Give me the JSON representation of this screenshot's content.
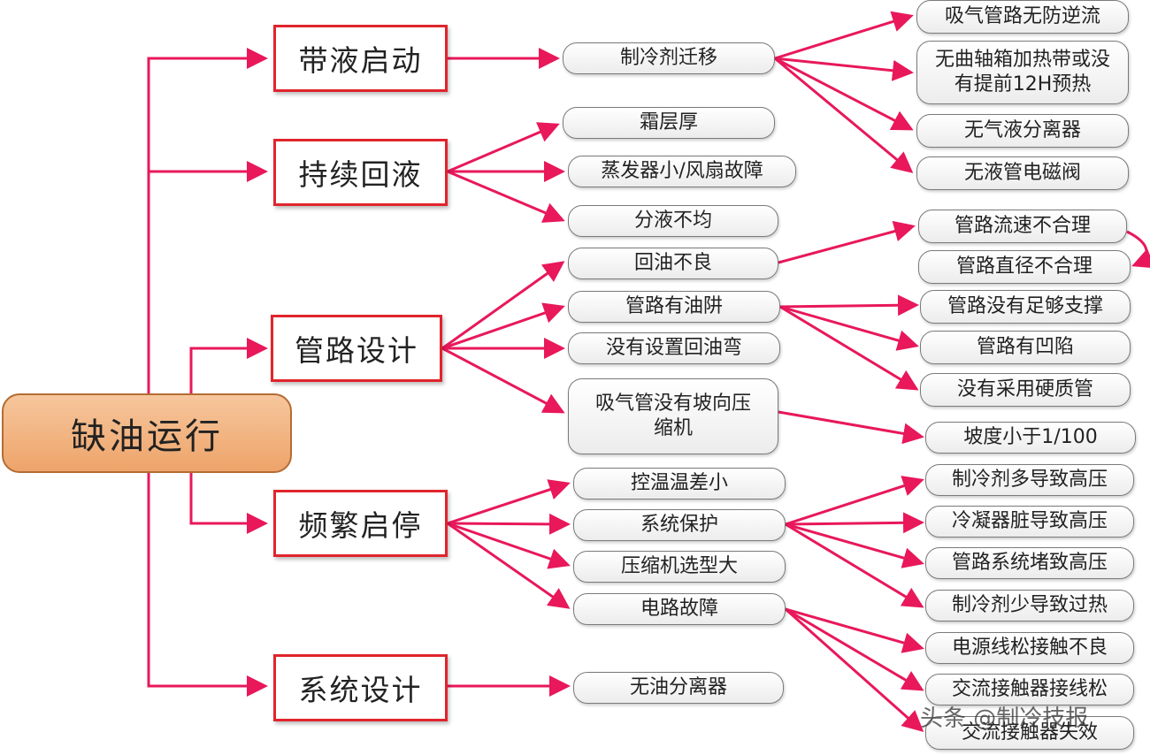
{
  "diagram": {
    "root": "缺油运行",
    "categories": {
      "start_with_liquid": "带液启动",
      "continuous_return": "持续回液",
      "pipe_design": "管路设计",
      "frequent_start_stop": "频繁启停",
      "system_design": "系统设计"
    },
    "causes": {
      "refrigerant_migration": "制冷剂迁移",
      "frost_thick": "霜层厚",
      "evaporator_small": "蒸发器小/风扇故障",
      "uneven_distribution": "分液不均",
      "poor_oil_return": "回油不良",
      "pipe_oil_trap": "管路有油阱",
      "no_oil_return_bend": "没有设置回油弯",
      "suction_no_slope": "吸气管没有坡向压缩机",
      "small_temp_diff": "控温温差小",
      "system_protection": "系统保护",
      "oversized_compressor": "压缩机选型大",
      "circuit_fault": "电路故障",
      "no_oil_separator": "无油分离器"
    },
    "details": {
      "no_check_valve": "吸气管路无防逆流",
      "no_crankcase_heater": "无曲轴箱加热带或没有提前12H预热",
      "no_accumulator": "无气液分离器",
      "no_solenoid": "无液管电磁阀",
      "velocity_unreasonable": "管路流速不合理",
      "diameter_unreasonable": "管路直径不合理",
      "insufficient_support": "管路没有足够支撑",
      "pipe_sag": "管路有凹陷",
      "no_rigid_pipe": "没有采用硬质管",
      "slope_small": "坡度小于1/100",
      "overcharge_high_pressure": "制冷剂多导致高压",
      "dirty_condenser": "冷凝器脏导致高压",
      "blocked_system": "管路系统堵致高压",
      "undercharge_superheat": "制冷剂少导致过热",
      "loose_power_wire": "电源线松接触不良",
      "contactor_wiring_loose": "交流接触器接线松",
      "contactor_failure": "交流接触器失效"
    },
    "watermark": "头条 @制冷技报"
  },
  "colors": {
    "arrow": "#e8185a",
    "category_border": "#e0242c",
    "root_fill": "#f1b07a"
  }
}
